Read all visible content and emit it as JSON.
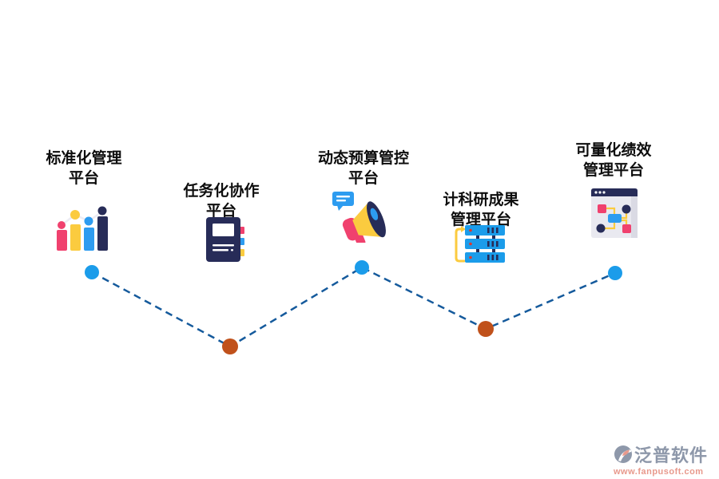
{
  "diagram": {
    "platforms": [
      {
        "label_line1": "标准化管理",
        "label_line2": "平台",
        "icon": "bar-chart-growth-icon",
        "node_color": "#1B9CEA"
      },
      {
        "label_line1": "任务化协作",
        "label_line2": "平台",
        "icon": "notebook-icon",
        "node_color": "#C0511B"
      },
      {
        "label_line1": "动态预算管控",
        "label_line2": "平台",
        "icon": "megaphone-announcement-icon",
        "node_color": "#1B9CEA"
      },
      {
        "label_line1": "计科研成果",
        "label_line2": "管理平台",
        "icon": "server-database-icon",
        "node_color": "#C0511B"
      },
      {
        "label_line1": "可量化绩效",
        "label_line2": "管理平台",
        "icon": "flowchart-window-icon",
        "node_color": "#1B9CEA"
      }
    ],
    "connector": {
      "style": "dashed",
      "line_color": "#155A9C"
    }
  },
  "watermark": {
    "brand": "泛普软件",
    "url": "www.fanpusoft.com",
    "brand_color": "#8E98AA",
    "url_color": "#E8998C"
  },
  "palette": {
    "pink": "#F0416E",
    "yellow": "#FBCB3F",
    "blue": "#2D9CF0",
    "navy": "#272C58",
    "red": "#E0382D",
    "window_gray": "#E9E9F0"
  }
}
